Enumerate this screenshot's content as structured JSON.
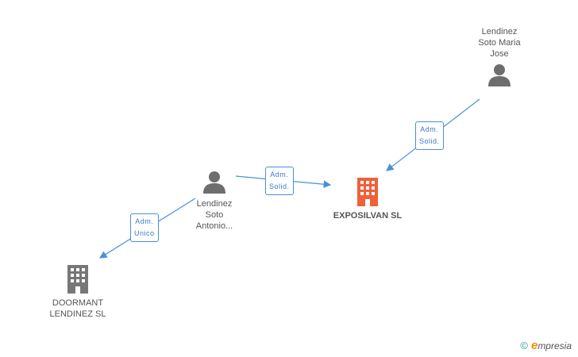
{
  "nodes": {
    "maria": {
      "lines": [
        "Lendinez",
        "Soto Maria",
        "Jose"
      ],
      "type": "person"
    },
    "antonio": {
      "lines": [
        "Lendinez",
        "Soto",
        "Antonio..."
      ],
      "type": "person"
    },
    "exposilvan": {
      "lines": [
        "EXPOSILVAN SL"
      ],
      "type": "company",
      "color": "#f0603a"
    },
    "doormant": {
      "lines": [
        "DOORMANT",
        "LENDINEZ SL"
      ],
      "type": "company",
      "color": "#777777"
    }
  },
  "edges": {
    "maria_exposilvan": {
      "lines": [
        "Adm.",
        "Solid."
      ]
    },
    "antonio_exposilvan": {
      "lines": [
        "Adm.",
        "Solid."
      ]
    },
    "antonio_doormant": {
      "lines": [
        "Adm.",
        "Unico"
      ]
    }
  },
  "brand": {
    "copyright": "©",
    "initial": "e",
    "name": "mpresia"
  },
  "colors": {
    "edge": "#4a90d9",
    "person": "#6e6e6e",
    "center": "#f0603a",
    "company": "#777777"
  }
}
